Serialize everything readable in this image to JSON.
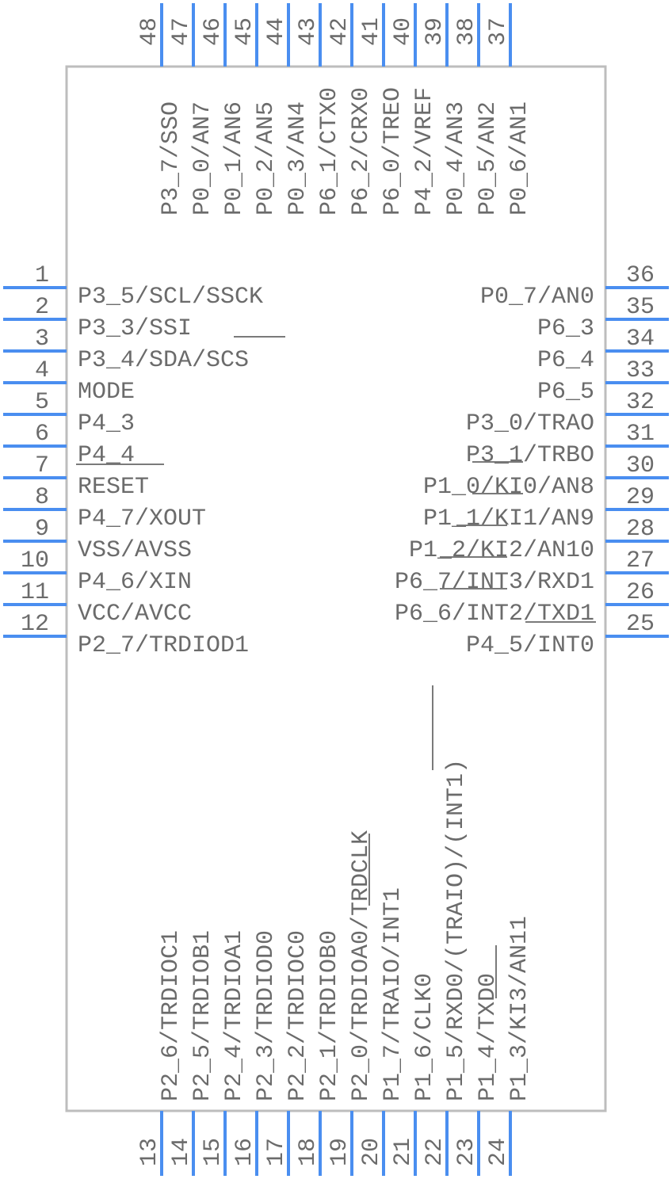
{
  "component": {
    "body_color": "#bdbdbd",
    "pin_color": "#4a8ef0",
    "text_color": "#6b6b6b"
  },
  "pins": {
    "left": [
      {
        "num": "1",
        "label": "P3_5/SCL/SSCK"
      },
      {
        "num": "2",
        "label": "P3_3/SSI"
      },
      {
        "num": "3",
        "label": "P3_4/SDA/SCS"
      },
      {
        "num": "4",
        "label": "MODE"
      },
      {
        "num": "5",
        "label": "P4_3"
      },
      {
        "num": "6",
        "label": "P4_4"
      },
      {
        "num": "7",
        "label": "RESET"
      },
      {
        "num": "8",
        "label": "P4_7/XOUT"
      },
      {
        "num": "9",
        "label": "VSS/AVSS"
      },
      {
        "num": "10",
        "label": "P4_6/XIN"
      },
      {
        "num": "11",
        "label": "VCC/AVCC"
      },
      {
        "num": "12",
        "label": "P2_7/TRDIOD1"
      }
    ],
    "bottom": [
      {
        "num": "13",
        "label": "P2_6/TRDIOC1"
      },
      {
        "num": "14",
        "label": "P2_5/TRDIOB1"
      },
      {
        "num": "15",
        "label": "P2_4/TRDIOA1"
      },
      {
        "num": "16",
        "label": "P2_3/TRDIOD0"
      },
      {
        "num": "17",
        "label": "P2_2/TRDIOC0"
      },
      {
        "num": "18",
        "label": "P2_1/TRDIOB0"
      },
      {
        "num": "19",
        "label": "P2_0/TRDIOA0/TRDCLK"
      },
      {
        "num": "20",
        "label": "P1_7/TRAIO/INT1"
      },
      {
        "num": "21",
        "label": "P1_6/CLK0"
      },
      {
        "num": "22",
        "label": "P1_5/RXD0/(TRAIO)/(INT1)"
      },
      {
        "num": "23",
        "label": "P1_4/TXD0"
      },
      {
        "num": "24",
        "label": "P1_3/KI3/AN11"
      }
    ],
    "right": [
      {
        "num": "25",
        "label": "P4_5/INT0"
      },
      {
        "num": "26",
        "label": "P6_6/INT2/TXD1"
      },
      {
        "num": "27",
        "label": "P6_7/INT3/RXD1"
      },
      {
        "num": "28",
        "label": "P1_2/KI2/AN10"
      },
      {
        "num": "29",
        "label": "P1_1/KI1/AN9"
      },
      {
        "num": "30",
        "label": "P1_0/KI0/AN8"
      },
      {
        "num": "31",
        "label": "P3_1/TRBO"
      },
      {
        "num": "32",
        "label": "P3_0/TRAO"
      },
      {
        "num": "33",
        "label": "P6_5"
      },
      {
        "num": "34",
        "label": "P6_4"
      },
      {
        "num": "35",
        "label": "P6_3"
      },
      {
        "num": "36",
        "label": "P0_7/AN0"
      }
    ],
    "top": [
      {
        "num": "37",
        "label": "P0_6/AN1"
      },
      {
        "num": "38",
        "label": "P0_5/AN2"
      },
      {
        "num": "39",
        "label": "P0_4/AN3"
      },
      {
        "num": "40",
        "label": "P4_2/VREF"
      },
      {
        "num": "41",
        "label": "P6_0/TREO"
      },
      {
        "num": "42",
        "label": "P6_2/CRX0"
      },
      {
        "num": "43",
        "label": "P6_1/CTX0"
      },
      {
        "num": "44",
        "label": "P0_3/AN4"
      },
      {
        "num": "45",
        "label": "P0_2/AN5"
      },
      {
        "num": "46",
        "label": "P0_1/AN6"
      },
      {
        "num": "47",
        "label": "P0_0/AN7"
      },
      {
        "num": "48",
        "label": "P3_7/SSO"
      }
    ]
  }
}
